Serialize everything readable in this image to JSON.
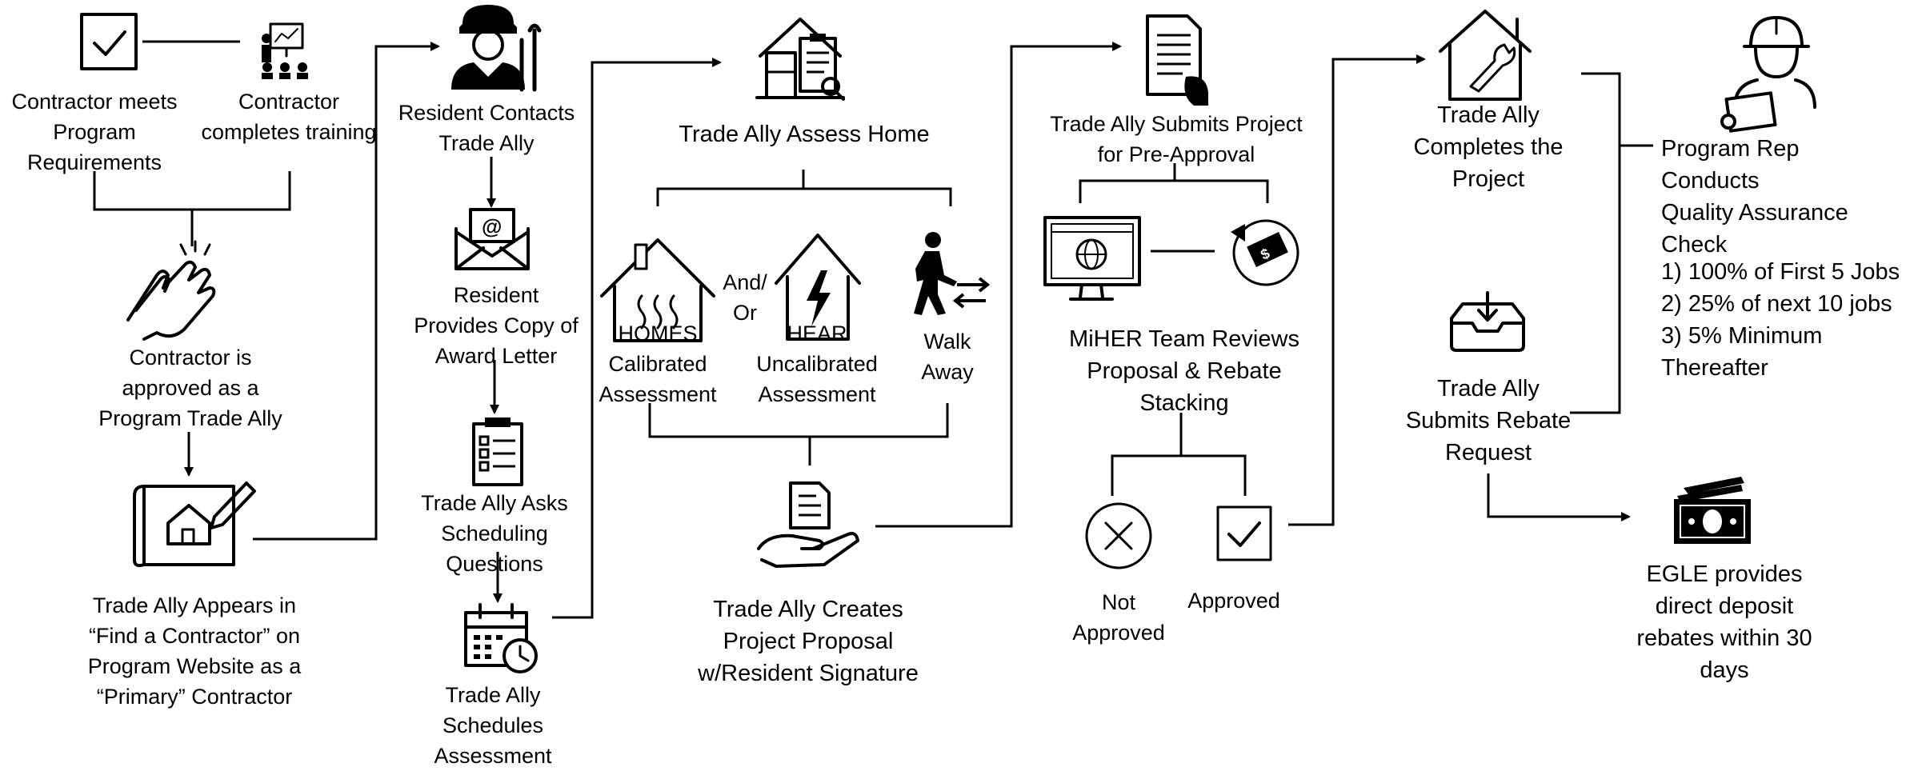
{
  "labels": {
    "contractor_meets": "Contractor meets\nProgram\nRequirements",
    "contractor_training": "Contractor\ncompletes training",
    "contractor_approved": "Contractor is\napproved as a\nProgram Trade Ally",
    "find_contractor": "Trade Ally Appears in\n“Find a Contractor” on\nProgram Website as a\n“Primary” Contractor",
    "resident_contacts": "Resident Contacts\nTrade Ally",
    "award_letter": "Resident\nProvides Copy of\nAward Letter",
    "scheduling_questions": "Trade Ally Asks\nScheduling\nQuestions",
    "schedules_assessment": "Trade Ally\nSchedules\nAssessment",
    "assess_home": "Trade Ally Assess Home",
    "homes": "HOMES\nCalibrated\nAssessment",
    "and_or": "And/\nOr",
    "hear": "HEAR\nUncalibrated\nAssessment",
    "walk_away": "Walk\nAway",
    "project_proposal": "Trade Ally Creates\nProject Proposal\nw/Resident Signature",
    "submits_project": "Trade Ally Submits Project\nfor Pre-Approval",
    "miher_reviews": "MiHER Team Reviews\nProposal & Rebate\nStacking",
    "not_approved": "Not\nApproved",
    "approved": "Approved",
    "completes_project": "Trade Ally\nCompletes the\nProject",
    "submits_rebate": "Trade Ally\nSubmits Rebate\nRequest",
    "qa_check": "Program Rep Conducts\nQuality Assurance\nCheck",
    "qa_rules": "1) 100% of First 5 Jobs\n2) 25% of next 10 jobs\n3) 5% Minimum\nThereafter",
    "egle": "EGLE provides\ndirect deposit\nrebates within 30\ndays"
  },
  "icons": [
    "checkbox-icon",
    "training-presentation-icon",
    "clapping-hands-icon",
    "blueprint-house-icon",
    "worker-with-tools-icon",
    "email-envelope-icon",
    "clipboard-checklist-icon",
    "calendar-clock-icon",
    "house-inspection-icon",
    "heat-house-icon",
    "electric-house-icon",
    "walk-away-icon",
    "hand-document-icon",
    "document-hand-icon",
    "website-monitor-icon",
    "rebate-cycle-icon",
    "x-circle-icon",
    "approved-check-icon",
    "house-repair-icon",
    "inbox-download-icon",
    "construction-worker-icon",
    "cash-money-icon"
  ]
}
